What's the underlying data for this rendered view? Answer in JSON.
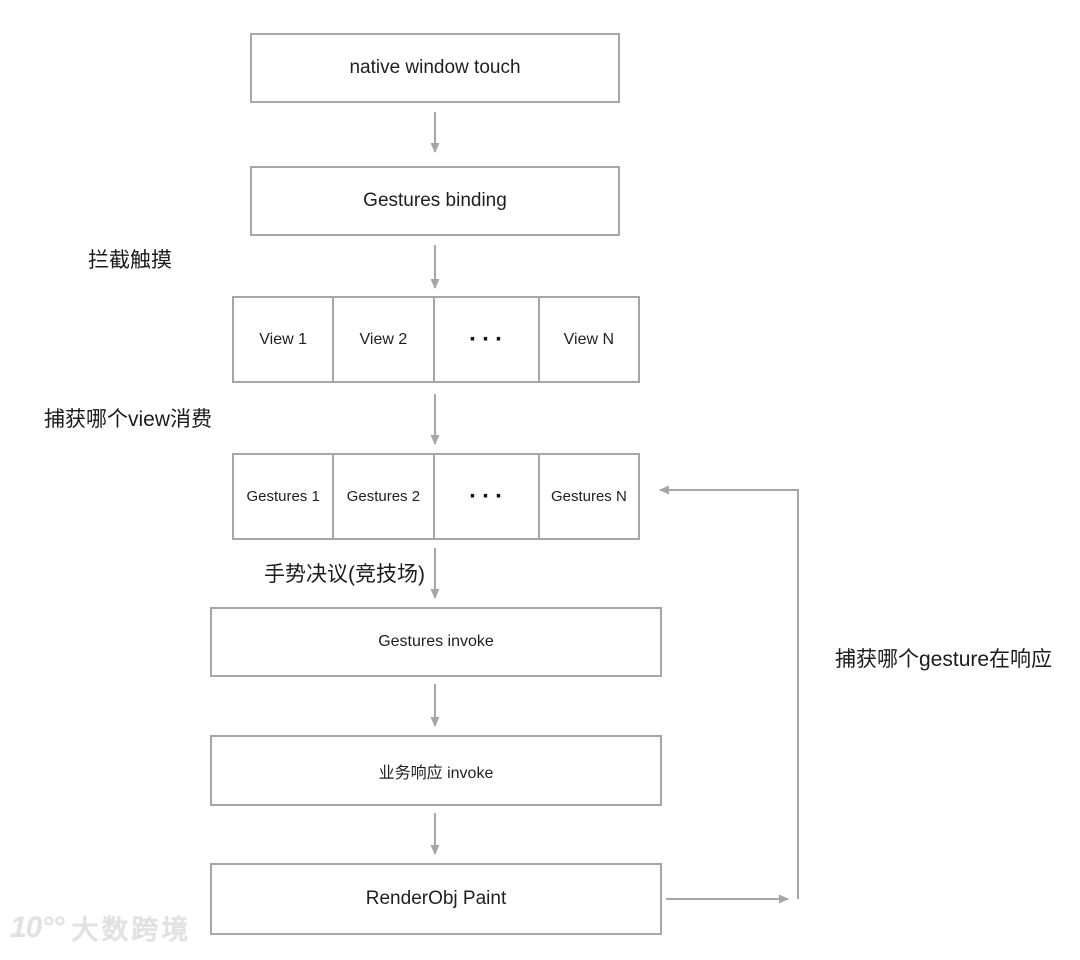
{
  "diagram": {
    "boxes": {
      "native_window_touch": "native window touch",
      "gestures_binding": "Gestures binding",
      "gestures_invoke": "Gestures invoke",
      "business_response_invoke": "业务响应 invoke",
      "renderobj_paint": "RenderObj Paint"
    },
    "view_row": {
      "cell1": "View 1",
      "cell2": "View 2",
      "ellipsis": "···",
      "cellN": "View N"
    },
    "gestures_row": {
      "cell1": "Gestures 1",
      "cell2": "Gestures 2",
      "ellipsis": "···",
      "cellN": "Gestures N"
    },
    "labels": {
      "intercept_touch": "拦截触摸",
      "which_view_consumes": "捕获哪个view消费",
      "gesture_arena": "手势决议(竞技场)",
      "which_gesture_responds": "捕获哪个gesture在响应"
    },
    "colors": {
      "border_gray": "#a6a6a6",
      "arrow_gray": "#a6a6a6",
      "text_black": "#1f1f1f",
      "watermark_gray": "#e2e2e2"
    },
    "watermark": {
      "logo": "10°°",
      "text": "大数跨境"
    }
  }
}
